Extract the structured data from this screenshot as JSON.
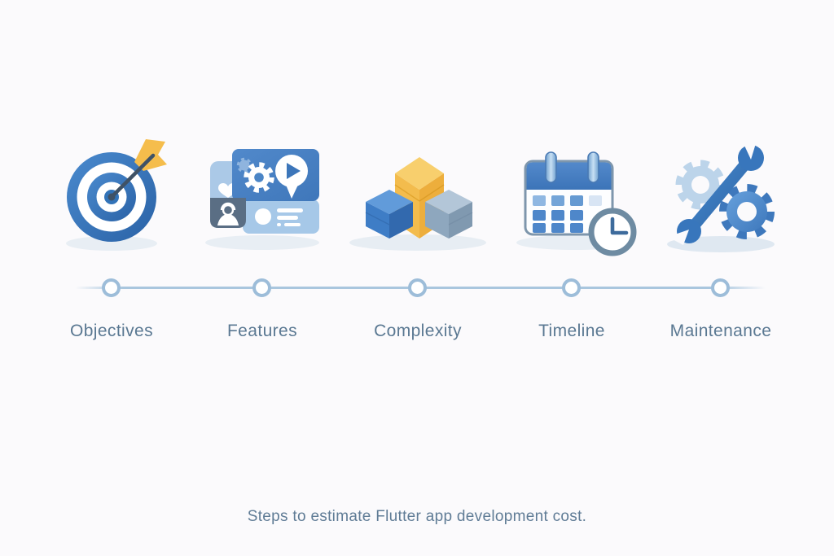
{
  "page": {
    "background": "#FBFAFC",
    "kind": "process-infographic"
  },
  "steps": [
    {
      "label": "Objectives",
      "icon": "target-icon"
    },
    {
      "label": "Features",
      "icon": "app-features-icon"
    },
    {
      "label": "Complexity",
      "icon": "cubes-icon"
    },
    {
      "label": "Timeline",
      "icon": "calendar-clock-icon"
    },
    {
      "label": "Maintenance",
      "icon": "wrench-gears-icon"
    }
  ],
  "timeline": {
    "dot_count": 5,
    "line_color": "#A9C6DE",
    "dot_border_color": "#9DBDD9",
    "dot_fill": "#FFFFFF"
  },
  "caption": "Steps to estimate Flutter app development cost.",
  "colors": {
    "label_text": "#5A7892",
    "caption_text": "#607C96",
    "primary_blue": "#3C76BA",
    "light_blue": "#ABC9E7",
    "dark_slate": "#5A6E84",
    "accent_yellow": "#F5BD4C",
    "gray_blue": "#8EA7BE",
    "shadow": "#E8EEF4"
  }
}
